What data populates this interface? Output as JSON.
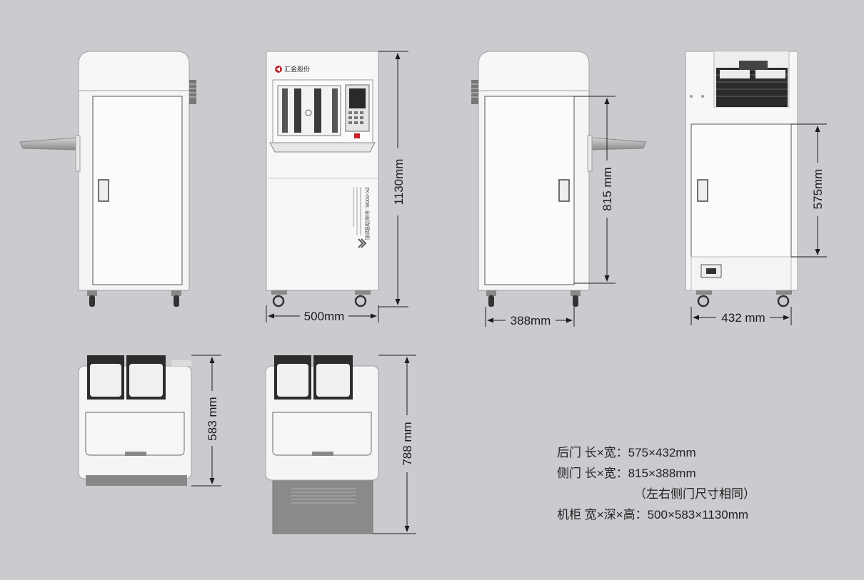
{
  "dimensions": {
    "front_height": "1130mm",
    "front_width": "500mm",
    "side_width": "388mm",
    "side_door_height": "815 mm",
    "back_width": "432 mm",
    "back_door_height": "575mm",
    "top_depth": "583 mm",
    "top_open_depth": "788 mm"
  },
  "machine": {
    "logo_text": "汇金股份",
    "model_label": "ZK-6008L 全自动捆钞机"
  },
  "specs": [
    {
      "label": "后门 长×宽：575×432mm"
    },
    {
      "label": "侧门 长×宽：815×388mm"
    },
    {
      "label": "（左右侧门尺寸相同）"
    },
    {
      "label": "机柜 宽×深×高：500×583×1130mm"
    }
  ],
  "colors": {
    "background": "#c9cbce",
    "cabinet": "#f6f6f6",
    "outline": "#9a9a9a",
    "dark": "#2e2e2e",
    "dim_line": "#1c1c1c"
  }
}
